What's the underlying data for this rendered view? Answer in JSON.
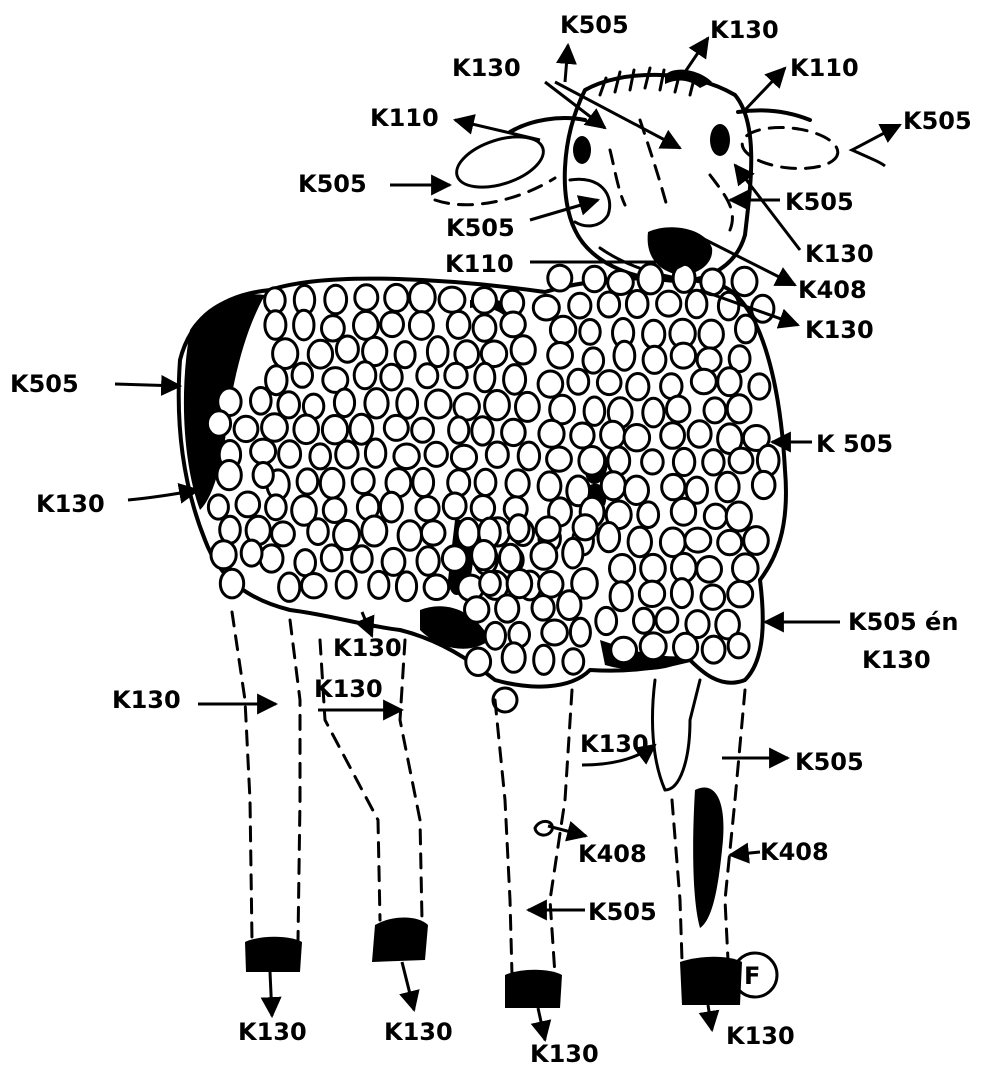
{
  "labels": {
    "top_k505": "K505",
    "top_k130_crown": "K130",
    "top_k130_head": "K130",
    "left_horn_k110": "K110",
    "right_horn_k110": "K110",
    "right_ear_k505": "K505",
    "left_ear_k505": "K505",
    "left_eye_k505": "K505",
    "right_cheek_k505": "K505",
    "right_face_k130": "K130",
    "mouth_k110": "K110",
    "nose_k408": "K408",
    "neck_k130": "K130",
    "rear_k505": "K505",
    "chest_k505": "K 505",
    "rear_leg_top_k130": "K130",
    "belly_k130": "K130",
    "front_combo_line1": "K505 én",
    "front_combo_line2": "K130",
    "left_leg_k130": "K130",
    "second_leg_k130": "K130",
    "front_inner_k130": "K130",
    "front_right_k505": "K505",
    "middle_k408": "K408",
    "right_leg_k408": "K408",
    "lower_k505": "K505",
    "hoof1_k130": "K130",
    "hoof2_k130": "K130",
    "hoof3_k130": "K130",
    "hoof4_k130": "K130",
    "signature": "F"
  },
  "colors": {
    "ink": "#000000",
    "paper": "#ffffff"
  }
}
